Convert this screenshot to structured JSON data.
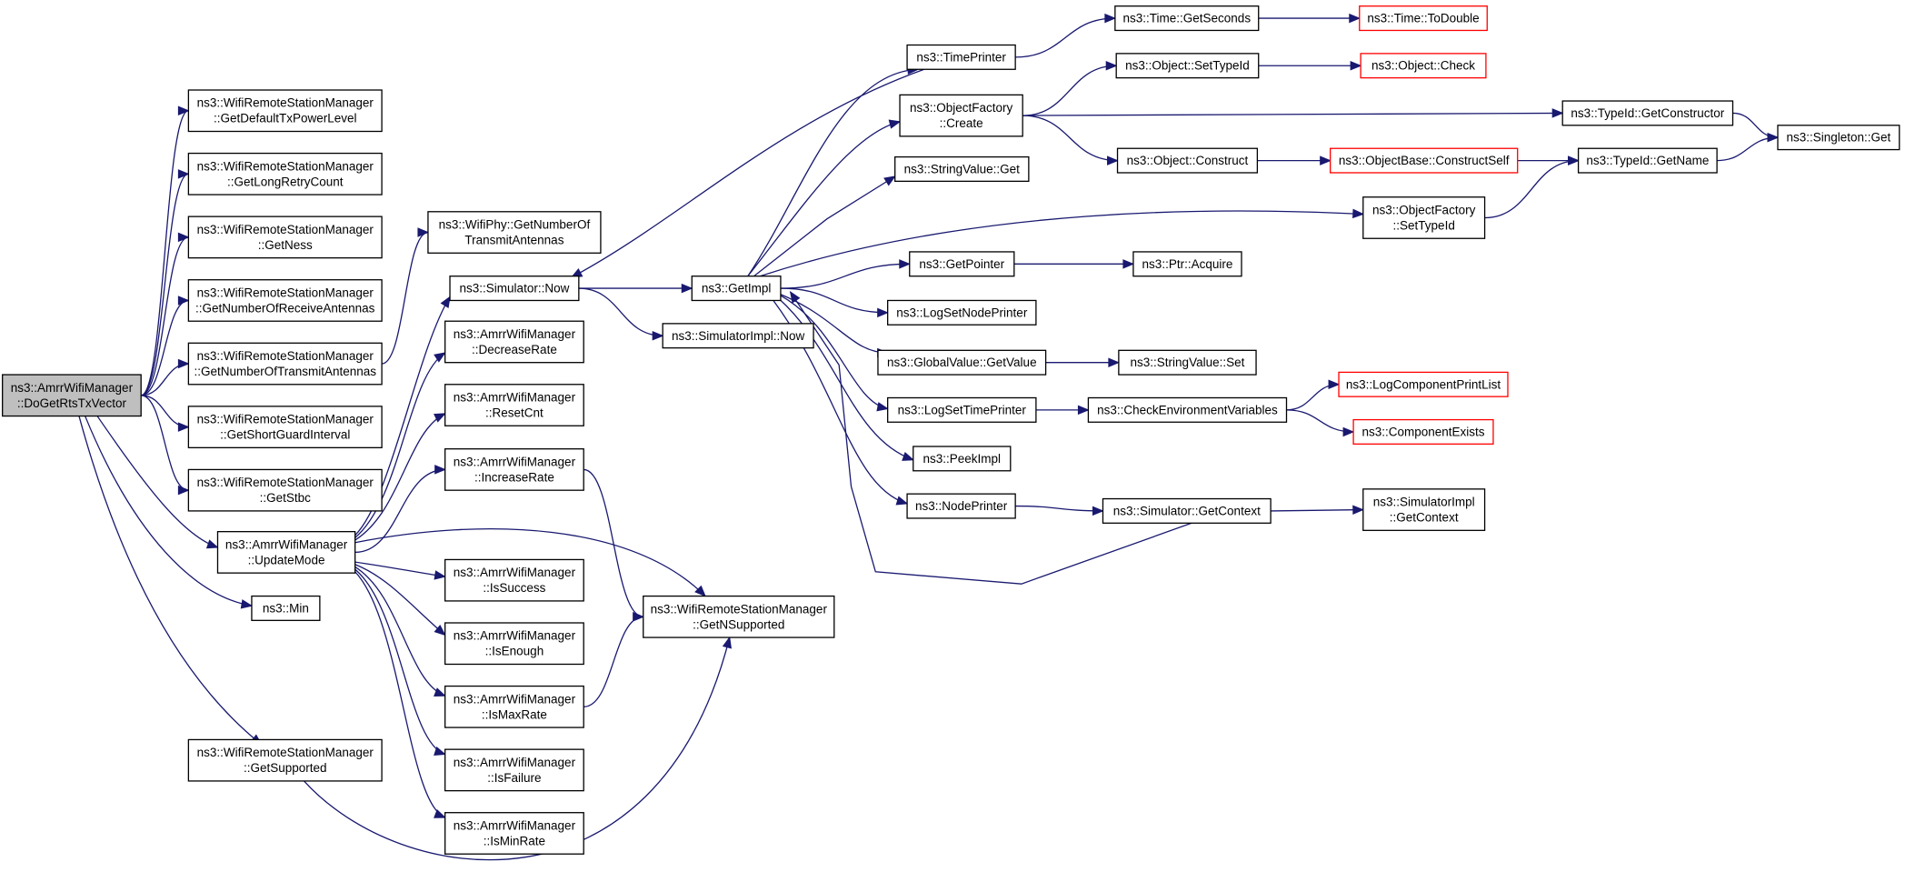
{
  "colors": {
    "edge": "#191970",
    "node_border": "#000000",
    "node_border_truncated": "#ff0000",
    "root_fill": "#bfbfbf",
    "node_fill": "#ffffff"
  },
  "nodes": {
    "root": {
      "lines": [
        "ns3::AmrrWifiManager",
        "::DoGetRtsTxVector"
      ],
      "variant": "root"
    },
    "getDefaultTxPowerLevel": {
      "lines": [
        "ns3::WifiRemoteStationManager",
        "::GetDefaultTxPowerLevel"
      ],
      "variant": "normal"
    },
    "getLongRetryCount": {
      "lines": [
        "ns3::WifiRemoteStationManager",
        "::GetLongRetryCount"
      ],
      "variant": "normal"
    },
    "getNess": {
      "lines": [
        "ns3::WifiRemoteStationManager",
        "::GetNess"
      ],
      "variant": "normal"
    },
    "getNumberOfReceiveAntennas": {
      "lines": [
        "ns3::WifiRemoteStationManager",
        "::GetNumberOfReceiveAntennas"
      ],
      "variant": "normal"
    },
    "getNumberOfTransmitAntennas": {
      "lines": [
        "ns3::WifiRemoteStationManager",
        "::GetNumberOfTransmitAntennas"
      ],
      "variant": "normal"
    },
    "getShortGuardInterval": {
      "lines": [
        "ns3::WifiRemoteStationManager",
        "::GetShortGuardInterval"
      ],
      "variant": "normal"
    },
    "getStbc": {
      "lines": [
        "ns3::WifiRemoteStationManager",
        "::GetStbc"
      ],
      "variant": "normal"
    },
    "updateMode": {
      "lines": [
        "ns3::AmrrWifiManager",
        "::UpdateMode"
      ],
      "variant": "normal"
    },
    "min": {
      "lines": [
        "ns3::Min"
      ],
      "variant": "normal"
    },
    "getSupported": {
      "lines": [
        "ns3::WifiRemoteStationManager",
        "::GetSupported"
      ],
      "variant": "normal"
    },
    "wifiPhyGetNumberOfTransmitAntennas": {
      "lines": [
        "ns3::WifiPhy::GetNumberOf",
        "TransmitAntennas"
      ],
      "variant": "normal"
    },
    "simulatorNow": {
      "lines": [
        "ns3::Simulator::Now"
      ],
      "variant": "normal"
    },
    "decreaseRate": {
      "lines": [
        "ns3::AmrrWifiManager",
        "::DecreaseRate"
      ],
      "variant": "normal"
    },
    "resetCnt": {
      "lines": [
        "ns3::AmrrWifiManager",
        "::ResetCnt"
      ],
      "variant": "normal"
    },
    "increaseRate": {
      "lines": [
        "ns3::AmrrWifiManager",
        "::IncreaseRate"
      ],
      "variant": "normal"
    },
    "isSuccess": {
      "lines": [
        "ns3::AmrrWifiManager",
        "::IsSuccess"
      ],
      "variant": "normal"
    },
    "isEnough": {
      "lines": [
        "ns3::AmrrWifiManager",
        "::IsEnough"
      ],
      "variant": "normal"
    },
    "isMaxRate": {
      "lines": [
        "ns3::AmrrWifiManager",
        "::IsMaxRate"
      ],
      "variant": "normal"
    },
    "isFailure": {
      "lines": [
        "ns3::AmrrWifiManager",
        "::IsFailure"
      ],
      "variant": "normal"
    },
    "isMinRate": {
      "lines": [
        "ns3::AmrrWifiManager",
        "::IsMinRate"
      ],
      "variant": "normal"
    },
    "getNSupported": {
      "lines": [
        "ns3::WifiRemoteStationManager",
        "::GetNSupported"
      ],
      "variant": "normal"
    },
    "getImpl": {
      "lines": [
        "ns3::GetImpl"
      ],
      "variant": "normal"
    },
    "simulatorImplNow": {
      "lines": [
        "ns3::SimulatorImpl::Now"
      ],
      "variant": "normal"
    },
    "timePrinter": {
      "lines": [
        "ns3::TimePrinter"
      ],
      "variant": "normal"
    },
    "objectFactoryCreate": {
      "lines": [
        "ns3::ObjectFactory",
        "::Create"
      ],
      "variant": "normal"
    },
    "stringValueGet": {
      "lines": [
        "ns3::StringValue::Get"
      ],
      "variant": "normal"
    },
    "getPointer": {
      "lines": [
        "ns3::GetPointer"
      ],
      "variant": "normal"
    },
    "logSetNodePrinter": {
      "lines": [
        "ns3::LogSetNodePrinter"
      ],
      "variant": "normal"
    },
    "globalValueGetValue": {
      "lines": [
        "ns3::GlobalValue::GetValue"
      ],
      "variant": "normal"
    },
    "logSetTimePrinter": {
      "lines": [
        "ns3::LogSetTimePrinter"
      ],
      "variant": "normal"
    },
    "peekImpl": {
      "lines": [
        "ns3::PeekImpl"
      ],
      "variant": "normal"
    },
    "nodePrinter": {
      "lines": [
        "ns3::NodePrinter"
      ],
      "variant": "normal"
    },
    "timeGetSeconds": {
      "lines": [
        "ns3::Time::GetSeconds"
      ],
      "variant": "normal"
    },
    "timeToDouble": {
      "lines": [
        "ns3::Time::ToDouble"
      ],
      "variant": "truncated"
    },
    "objectSetTypeId": {
      "lines": [
        "ns3::Object::SetTypeId"
      ],
      "variant": "normal"
    },
    "objectCheck": {
      "lines": [
        "ns3::Object::Check"
      ],
      "variant": "truncated"
    },
    "objectConstruct": {
      "lines": [
        "ns3::Object::Construct"
      ],
      "variant": "normal"
    },
    "objectBaseConstructSelf": {
      "lines": [
        "ns3::ObjectBase::ConstructSelf"
      ],
      "variant": "truncated"
    },
    "typeIdGetConstructor": {
      "lines": [
        "ns3::TypeId::GetConstructor"
      ],
      "variant": "normal"
    },
    "typeIdGetName": {
      "lines": [
        "ns3::TypeId::GetName"
      ],
      "variant": "normal"
    },
    "singletonGet": {
      "lines": [
        "ns3::Singleton::Get"
      ],
      "variant": "normal"
    },
    "objectFactorySetTypeId": {
      "lines": [
        "ns3::ObjectFactory",
        "::SetTypeId"
      ],
      "variant": "normal"
    },
    "ptrAcquire": {
      "lines": [
        "ns3::Ptr::Acquire"
      ],
      "variant": "normal"
    },
    "stringValueSet": {
      "lines": [
        "ns3::StringValue::Set"
      ],
      "variant": "normal"
    },
    "checkEnvironmentVariables": {
      "lines": [
        "ns3::CheckEnvironmentVariables"
      ],
      "variant": "normal"
    },
    "logComponentPrintList": {
      "lines": [
        "ns3::LogComponentPrintList"
      ],
      "variant": "truncated"
    },
    "componentExists": {
      "lines": [
        "ns3::ComponentExists"
      ],
      "variant": "truncated"
    },
    "simulatorGetContext": {
      "lines": [
        "ns3::Simulator::GetContext"
      ],
      "variant": "normal"
    },
    "simulatorImplGetContext": {
      "lines": [
        "ns3::SimulatorImpl",
        "::GetContext"
      ],
      "variant": "normal"
    }
  },
  "edges": [
    [
      "root",
      "getDefaultTxPowerLevel"
    ],
    [
      "root",
      "getLongRetryCount"
    ],
    [
      "root",
      "getNess"
    ],
    [
      "root",
      "getNumberOfReceiveAntennas"
    ],
    [
      "root",
      "getNumberOfTransmitAntennas"
    ],
    [
      "root",
      "getShortGuardInterval"
    ],
    [
      "root",
      "getStbc"
    ],
    [
      "root",
      "updateMode"
    ],
    [
      "root",
      "min"
    ],
    [
      "root",
      "getSupported"
    ],
    [
      "getNumberOfTransmitAntennas",
      "wifiPhyGetNumberOfTransmitAntennas"
    ],
    [
      "updateMode",
      "simulatorNow"
    ],
    [
      "updateMode",
      "decreaseRate"
    ],
    [
      "updateMode",
      "resetCnt"
    ],
    [
      "updateMode",
      "increaseRate"
    ],
    [
      "updateMode",
      "getNSupported"
    ],
    [
      "updateMode",
      "isSuccess"
    ],
    [
      "updateMode",
      "isEnough"
    ],
    [
      "updateMode",
      "isMaxRate"
    ],
    [
      "updateMode",
      "isFailure"
    ],
    [
      "updateMode",
      "isMinRate"
    ],
    [
      "increaseRate",
      "getNSupported"
    ],
    [
      "isMaxRate",
      "getNSupported"
    ],
    [
      "getSupported",
      "getNSupported"
    ],
    [
      "simulatorNow",
      "getImpl"
    ],
    [
      "simulatorNow",
      "simulatorImplNow"
    ],
    [
      "getImpl",
      "timePrinter"
    ],
    [
      "getImpl",
      "objectFactoryCreate"
    ],
    [
      "getImpl",
      "stringValueGet"
    ],
    [
      "getImpl",
      "objectFactorySetTypeId"
    ],
    [
      "getImpl",
      "getPointer"
    ],
    [
      "getImpl",
      "logSetNodePrinter"
    ],
    [
      "getImpl",
      "globalValueGetValue"
    ],
    [
      "getImpl",
      "logSetTimePrinter"
    ],
    [
      "getImpl",
      "peekImpl"
    ],
    [
      "getImpl",
      "nodePrinter"
    ],
    [
      "timePrinter",
      "simulatorNow"
    ],
    [
      "timePrinter",
      "timeGetSeconds"
    ],
    [
      "timeGetSeconds",
      "timeToDouble"
    ],
    [
      "objectFactoryCreate",
      "objectSetTypeId"
    ],
    [
      "objectFactoryCreate",
      "typeIdGetConstructor"
    ],
    [
      "objectFactoryCreate",
      "objectConstruct"
    ],
    [
      "objectSetTypeId",
      "objectCheck"
    ],
    [
      "objectConstruct",
      "objectBaseConstructSelf"
    ],
    [
      "objectBaseConstructSelf",
      "typeIdGetName"
    ],
    [
      "typeIdGetConstructor",
      "singletonGet"
    ],
    [
      "typeIdGetName",
      "singletonGet"
    ],
    [
      "objectFactorySetTypeId",
      "typeIdGetName"
    ],
    [
      "getPointer",
      "ptrAcquire"
    ],
    [
      "globalValueGetValue",
      "stringValueSet"
    ],
    [
      "logSetTimePrinter",
      "checkEnvironmentVariables"
    ],
    [
      "checkEnvironmentVariables",
      "logComponentPrintList"
    ],
    [
      "checkEnvironmentVariables",
      "componentExists"
    ],
    [
      "nodePrinter",
      "simulatorGetContext"
    ],
    [
      "simulatorGetContext",
      "simulatorImplGetContext"
    ],
    [
      "simulatorGetContext",
      "getImpl"
    ]
  ]
}
